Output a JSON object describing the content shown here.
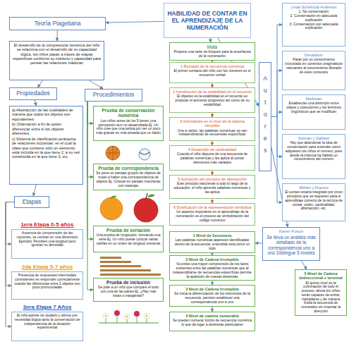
{
  "diagram": {
    "nodes": [
      {
        "text": [
          "HABILIDAD DE CONTAR EN EL APRENDIZAJE DE LA NUMERACIÓN"
        ]
      },
      {
        "text": [
          "Teoría Piagetiana"
        ]
      },
      {
        "text": [
          "El desarrollo de la competencia numérica del niño se relaciona con el desarrollo de su capacidad lógica, los niños pasan a través de etapas específicas conforme su intelecto y capacidad para pensar las relaciones maduran"
        ]
      },
      {
        "text": [
          "Propiedades"
        ]
      },
      {
        "text": [
          "a) Abstracción de las cualidades de manera que todos los objetos son equivalentes",
          "b) Ordenación a fin de poder diferenciar entre sí los objetos diferentes",
          "c) Sistema de clasificación jerárquica de relaciones inclusivas: en el cual la clase que contiene sólo un elemento está incluida en la que tiene 2, a su vez constituida en la que tiene 3, etc."
        ]
      },
      {
        "text": [
          "Etapas"
        ]
      },
      {
        "text": [
          "1era Etapa 0-5 años",
          "Ausencia de comprensión de las nociones, se centran en una dimensión Ejemplo: Perciben una longitud pero ignoran su densidad"
        ]
      },
      {
        "text": [
          "2da Etapa 5-7 años",
          "Presencia de respuestas intermedias consistentes en responder correctamente cuando las diferencias entre 2 objetos son poco pronunciadas"
        ]
      },
      {
        "text": [
          "3era Etapa 7 Años",
          "El niño admite sin dudarlo y afirma con necesidad lógica tanto la conservación de independencia de la situación experimental"
        ]
      },
      {
        "text": [
          "Procedimientos"
        ]
      },
      {
        "text": [
          "Prueba de conservación numérica",
          "Los niños antes de los 5 tienen una percepción aun no desarrollada Ej. Un niño cree que una pelota por ser un poco más grande es más pesada que un balón"
        ]
      },
      {
        "text": [
          "Prueba de correspondencia",
          "Se pone en parejas grupos de objetos de modo a haber una correspondencia de objetos Ej. Colocar en parejas manzanas con naranjas"
        ]
      },
      {
        "text": [
          "Prueba de seriación",
          "Una prueba de longitudes, formando una serie Ej. Un niño puede colocar varias varillas en un orden de longitud creciente"
        ]
      },
      {
        "text": [
          "Prueba de inclusión",
          "Se pide a un niño que compare el todo con una de las partes Ej. ¿Hay más rosas o margaritas?"
        ]
      },
      {
        "text": [
          "Mata",
          "Propone una serie de bloques para la enseñanza de la numeración"
        ]
      },
      {
        "text": [
          "1 Recitado de la secuencia numérica",
          "El primer contacto del niño con los números es el encuentro verbal"
        ]
      },
      {
        "text": [
          "2 Introducción de la estabilidad en el recuento",
          "El objetivo es la estabilidad en el recuento es propiciar el aumento progresivo así como de su estabilidad"
        ]
      },
      {
        "text": [
          "3 Actividades en el nivel de la cadena rompible",
          "Une a varios, las palabras numéricas se van independizando de secuencias específicas"
        ]
      },
      {
        "text": [
          "4 Desarrollo de cardinalidad",
          "Cuando el niño dispone de una secuencia de palabras numéricas y las aplica al contar elementos más variados"
        ]
      },
      {
        "text": [
          "5 Aplicación del principio de abstracción",
          "Este principio trasciende a todo lo largo de la educación, el niño aprende palabras numéricas y las aplica"
        ]
      },
      {
        "text": [
          "6 Dosificación de la representación simbólica",
          "Un aspecto importante en el aprendizaje de la numeración es el proceso de simbolización del código numérico"
        ]
      },
      {
        "text": [
          "Autores"
        ]
      },
      {
        "text": [
          "Linda Schellnudi Anderson",
          "1. No conservación",
          "2. Conservación en adecuada explicación",
          "3. Conservación con adecuada explicación"
        ]
      },
      {
        "text": [
          "Donaldson",
          "Pasar por un conocimiento incrustado en contextos pragmáticos relevantes al conocimiento liberado de esos contextos"
        ]
      },
      {
        "text": [
          "Markman",
          "Establecían una distinción entre clases y colecciones y los términos lingüísticos que se modifican"
        ]
      },
      {
        "text": [
          "Gelman y Gallistel",
          "Hay que abandonar la idea de conservación para entender cómo adquieren los niños el número, pues desde la infancia ha habido un conocimiento del número"
        ]
      },
      {
        "text": [
          "Mehler y Dupoux",
          "El conteo estaría integrado por cinco principios que se requieren para el aprendizaje correcto de la técnica de contar, orden, cardinalidad, abstracción, etc."
        ]
      },
      {
        "text": [
          "Karen Fuson",
          "Se lleva un análisis más detallado de la correspondencia uno a uno Distingue 5 niveles"
        ]
      },
      {
        "text": [
          "1 Nivel de Secuencia",
          "Las palabras numéricas aparecen identificadas dentro de la secuencia, entendida esta como un todo"
        ]
      },
      {
        "text": [
          "2 Nivel de Cadena Irrompible",
          "Ya existe una mayor comprensión de los lazos existentes entre las palabras numéricas que al independizarse de secuencias específicas permite la aparición de nuevas destrezas"
        ]
      },
      {
        "text": [
          "3 Nivel de Cadena Irrompible",
          "Se inicia la diferenciación de los elementos de la secuencia, pemiten establecer una correspondencia uno a uno"
        ]
      },
      {
        "text": [
          "4 Nivel de cadena numerable",
          "Se pueden numerar trozos de secuencia numérica lo que da lugar a destrezas particulares"
        ]
      },
      {
        "text": [
          "5 Nivel de Cadena bidireccional o terminal",
          "El quinto nivel es la culminación de todo el proceso, ahora los niños serán capaces de entrar, trasladarse y de manera fluida la secuencia de numerales sin importar la dirección"
        ]
      }
    ],
    "edges": [
      {
        "from": 0,
        "to": 1,
        "arrow": "to"
      },
      {
        "from": 0,
        "to": 14,
        "arrow": "to"
      },
      {
        "from": 0,
        "to": 21,
        "arrow": "to"
      },
      {
        "from": 1,
        "to": 2,
        "arrow": "to"
      },
      {
        "from": 2,
        "to": 3,
        "arrow": "to"
      },
      {
        "from": 2,
        "to": 9,
        "arrow": "to"
      },
      {
        "from": 3,
        "to": 4,
        "arrow": "to"
      },
      {
        "from": 4,
        "to": 5,
        "arrow": "to"
      },
      {
        "from": 5,
        "to": 6,
        "arrow": "to"
      },
      {
        "from": 5,
        "to": 7,
        "arrow": "to"
      },
      {
        "from": 5,
        "to": 8,
        "arrow": "to"
      },
      {
        "from": 9,
        "to": 10,
        "arrow": "to"
      },
      {
        "from": 9,
        "to": 11,
        "arrow": "to"
      },
      {
        "from": 9,
        "to": 12,
        "arrow": "to"
      },
      {
        "from": 9,
        "to": 13,
        "arrow": "to"
      },
      {
        "from": 14,
        "to": 15,
        "arrow": "to"
      },
      {
        "from": 15,
        "to": 16,
        "arrow": "to"
      },
      {
        "from": 16,
        "to": 17,
        "arrow": "to"
      },
      {
        "from": 17,
        "to": 18,
        "arrow": "to"
      },
      {
        "from": 18,
        "to": 19,
        "arrow": "to"
      },
      {
        "from": 19,
        "to": 20,
        "arrow": "to"
      },
      {
        "from": 21,
        "to": 22,
        "arrow": "to"
      },
      {
        "from": 21,
        "to": 23,
        "arrow": "to"
      },
      {
        "from": 21,
        "to": 24,
        "arrow": "to"
      },
      {
        "from": 21,
        "to": 25,
        "arrow": "to"
      },
      {
        "from": 21,
        "to": 26,
        "arrow": "to"
      },
      {
        "from": 21,
        "to": 27,
        "arrow": "to"
      },
      {
        "from": 27,
        "to": 28,
        "arrow": "to"
      },
      {
        "from": 28,
        "to": 29,
        "arrow": "to"
      },
      {
        "from": 29,
        "to": 30,
        "arrow": "to"
      },
      {
        "from": 30,
        "to": 31,
        "arrow": "to"
      },
      {
        "from": 27,
        "to": 32,
        "arrow": "to"
      }
    ]
  }
}
